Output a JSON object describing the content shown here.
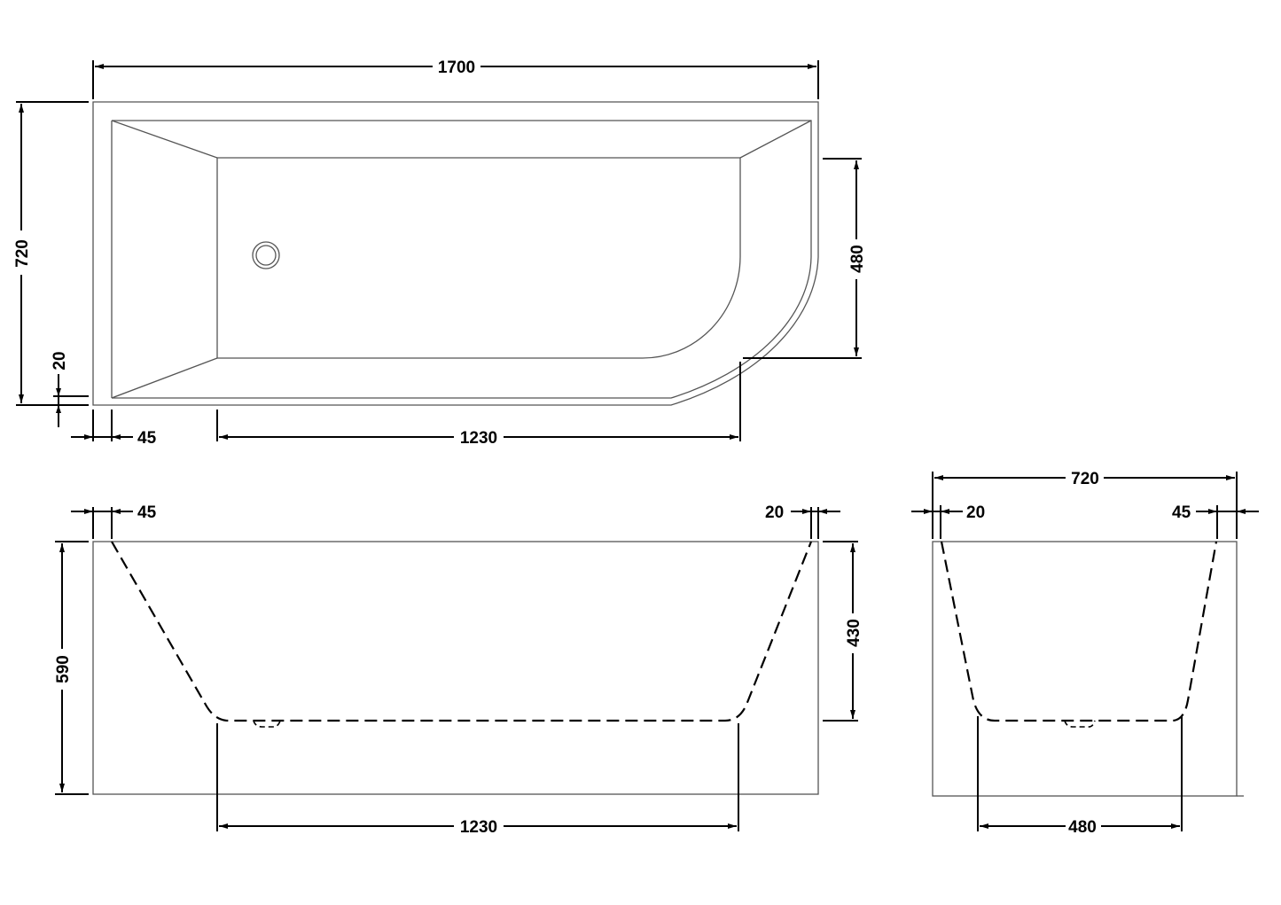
{
  "drawing": {
    "type": "technical-dimension-drawing",
    "subject": "corner bath (left-hand, curved end)",
    "units": "mm",
    "line_color": "#000000",
    "outline_color": "#555555",
    "background": "#ffffff"
  },
  "plan_view": {
    "overall_length": "1700",
    "overall_width": "720",
    "rim_thickness": "20",
    "rim_end_width": "45",
    "base_length": "1230",
    "curve_depth": "480"
  },
  "side_elevation": {
    "left_rim": "45",
    "right_rim": "20",
    "overall_height": "590",
    "inner_depth": "430",
    "base_length": "1230"
  },
  "end_elevation": {
    "overall_width": "720",
    "left_rim": "20",
    "right_rim": "45",
    "base_width": "480"
  }
}
